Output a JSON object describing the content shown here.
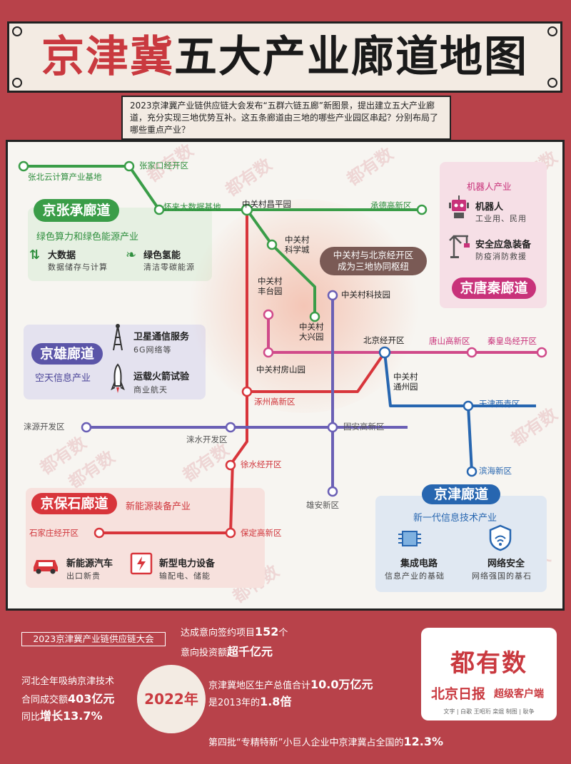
{
  "title": {
    "red": "京津冀",
    "black": "五大产业廊道地图"
  },
  "intro": "2023京津冀产业链供应链大会发布“五群六链五廊”新图景，提出建立五大产业廊道，充分实现三地优势互补。这五条廊道由三地的哪些产业园区串起？分别布局了哪些重点产业？",
  "stations": {
    "zhangbei": "张北云计算产业基地",
    "zhangjiakou": "张家口经开区",
    "huailai": "怀来大数据基地",
    "changping": "中关村昌平园",
    "chengde": "承德高新区",
    "kexuecheng": "中关村\n科学城",
    "fengtai": "中关村\n丰台园",
    "keji": "中关村科技园",
    "daxing": "中关村\n大兴园",
    "beijing_jk": "北京经开区",
    "tangshan": "唐山高新区",
    "qinhuangdao": "秦皇岛经开区",
    "fangshan": "中关村房山园",
    "tongzhou": "中关村\n通州园",
    "zhuozhou": "涿州高新区",
    "tianjin_xq": "天津西青区",
    "laiyuan": "涞源开发区",
    "lishui": "涞水开发区",
    "guan": "固安高新区",
    "xushui": "徐水经开区",
    "binhai": "滨海新区",
    "xiongan": "雄安新区",
    "shijiazhuang": "石家庄经开区",
    "baoding": "保定高新区"
  },
  "hub_note": "中关村与北京经开区\n成为三地协同枢纽",
  "corridors": {
    "zhangcheng": {
      "name": "京张承廊道",
      "industry": "绿色算力和绿色能源产业",
      "items": [
        {
          "title": "大数据",
          "desc": "数据储存与计算"
        },
        {
          "title": "绿色氢能",
          "desc": "清洁零碳能源"
        }
      ]
    },
    "xiong": {
      "name": "京雄廊道",
      "industry": "空天信息产业",
      "items": [
        {
          "title": "卫星通信服务",
          "desc": "6G网络等"
        },
        {
          "title": "运载火箭试验",
          "desc": "商业航天"
        }
      ]
    },
    "tangqin": {
      "name": "京唐秦廊道",
      "industry": "机器人产业",
      "items": [
        {
          "title": "机器人",
          "desc": "工业用、民用"
        },
        {
          "title": "安全应急装备",
          "desc": "防疫消防救援"
        }
      ]
    },
    "baoshi": {
      "name": "京保石廊道",
      "industry": "新能源装备产业",
      "items": [
        {
          "title": "新能源汽车",
          "desc": "出口新贵"
        },
        {
          "title": "新型电力设备",
          "desc": "输配电、储能"
        }
      ]
    },
    "jinjin": {
      "name": "京津廊道",
      "industry": "新一代信息技术产业",
      "items": [
        {
          "title": "集成电路",
          "desc": "信息产业的基础"
        },
        {
          "title": "网络安全",
          "desc": "网络强国的基石"
        }
      ]
    }
  },
  "watermark": "都有数",
  "stats": {
    "conf_label": "2023京津冀产业链供应链大会",
    "line1_pre": "达成意向签约项目",
    "line1_num": "152",
    "line1_post": "个",
    "line2_pre": "意向投资额",
    "line2_num": "超千亿元",
    "year_badge": "2022年",
    "left1": "河北全年吸纳京津技术",
    "left2_pre": "合同成交额",
    "left2_num": "403亿元",
    "left3_pre": "同比",
    "left3_num": "增长13.7%",
    "right1_pre": "京津冀地区生产总值合计",
    "right1_num": "10.0万亿元",
    "right2_pre": "是2013年的",
    "right2_num": "1.8倍",
    "bottom_pre": "第四批“专精特新”小巨人企业中京津冀占全国的",
    "bottom_num": "12.3%"
  },
  "brand": {
    "logo": "都有数",
    "paper": "北京日报",
    "client": "超级客户端",
    "credits": "文字 | 白歌  王昭珩  栾焜  制图 | 耿争"
  },
  "colors": {
    "green": "#3a9d48",
    "red": "#d8353b",
    "blue": "#2766b0",
    "pink": "#d04a8a",
    "purple": "#6a5fb5",
    "bg": "#b8424a"
  }
}
